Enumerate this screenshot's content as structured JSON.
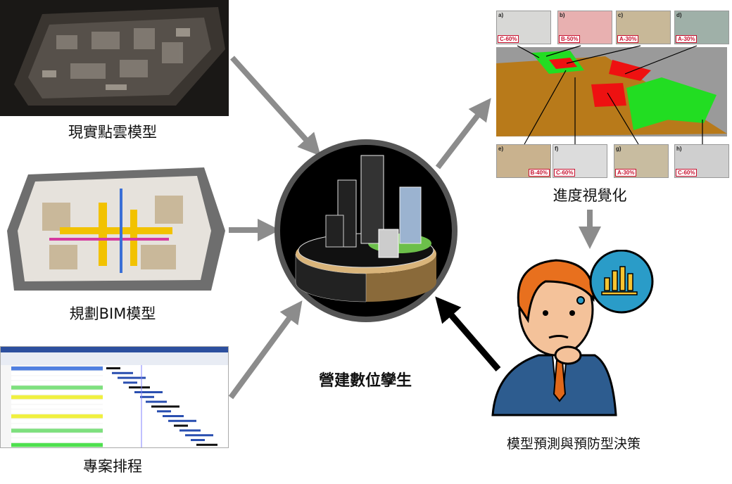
{
  "labels": {
    "point_cloud": "現實點雲模型",
    "bim": "規劃BIM模型",
    "schedule": "專案排程",
    "center": "營建數位孿生",
    "progress": "進度視覺化",
    "decision": "模型預測與預防型決策"
  },
  "progress_thumbs": [
    {
      "letter": "a)",
      "tag": "C-60%"
    },
    {
      "letter": "b)",
      "tag": "B-50%"
    },
    {
      "letter": "c)",
      "tag": "A-30%"
    },
    {
      "letter": "d)",
      "tag": "A-30%"
    },
    {
      "letter": "e)",
      "tag": "B-40%"
    },
    {
      "letter": "f)",
      "tag": "C-60%"
    },
    {
      "letter": "g)",
      "tag": "A-30%"
    },
    {
      "letter": "h)",
      "tag": "C-60%"
    }
  ],
  "colors": {
    "arrow_gray": "#8c8c8c",
    "arrow_black": "#000000",
    "complete": "#22dd22",
    "behind": "#ee1111",
    "floor": "#b87a1a"
  }
}
